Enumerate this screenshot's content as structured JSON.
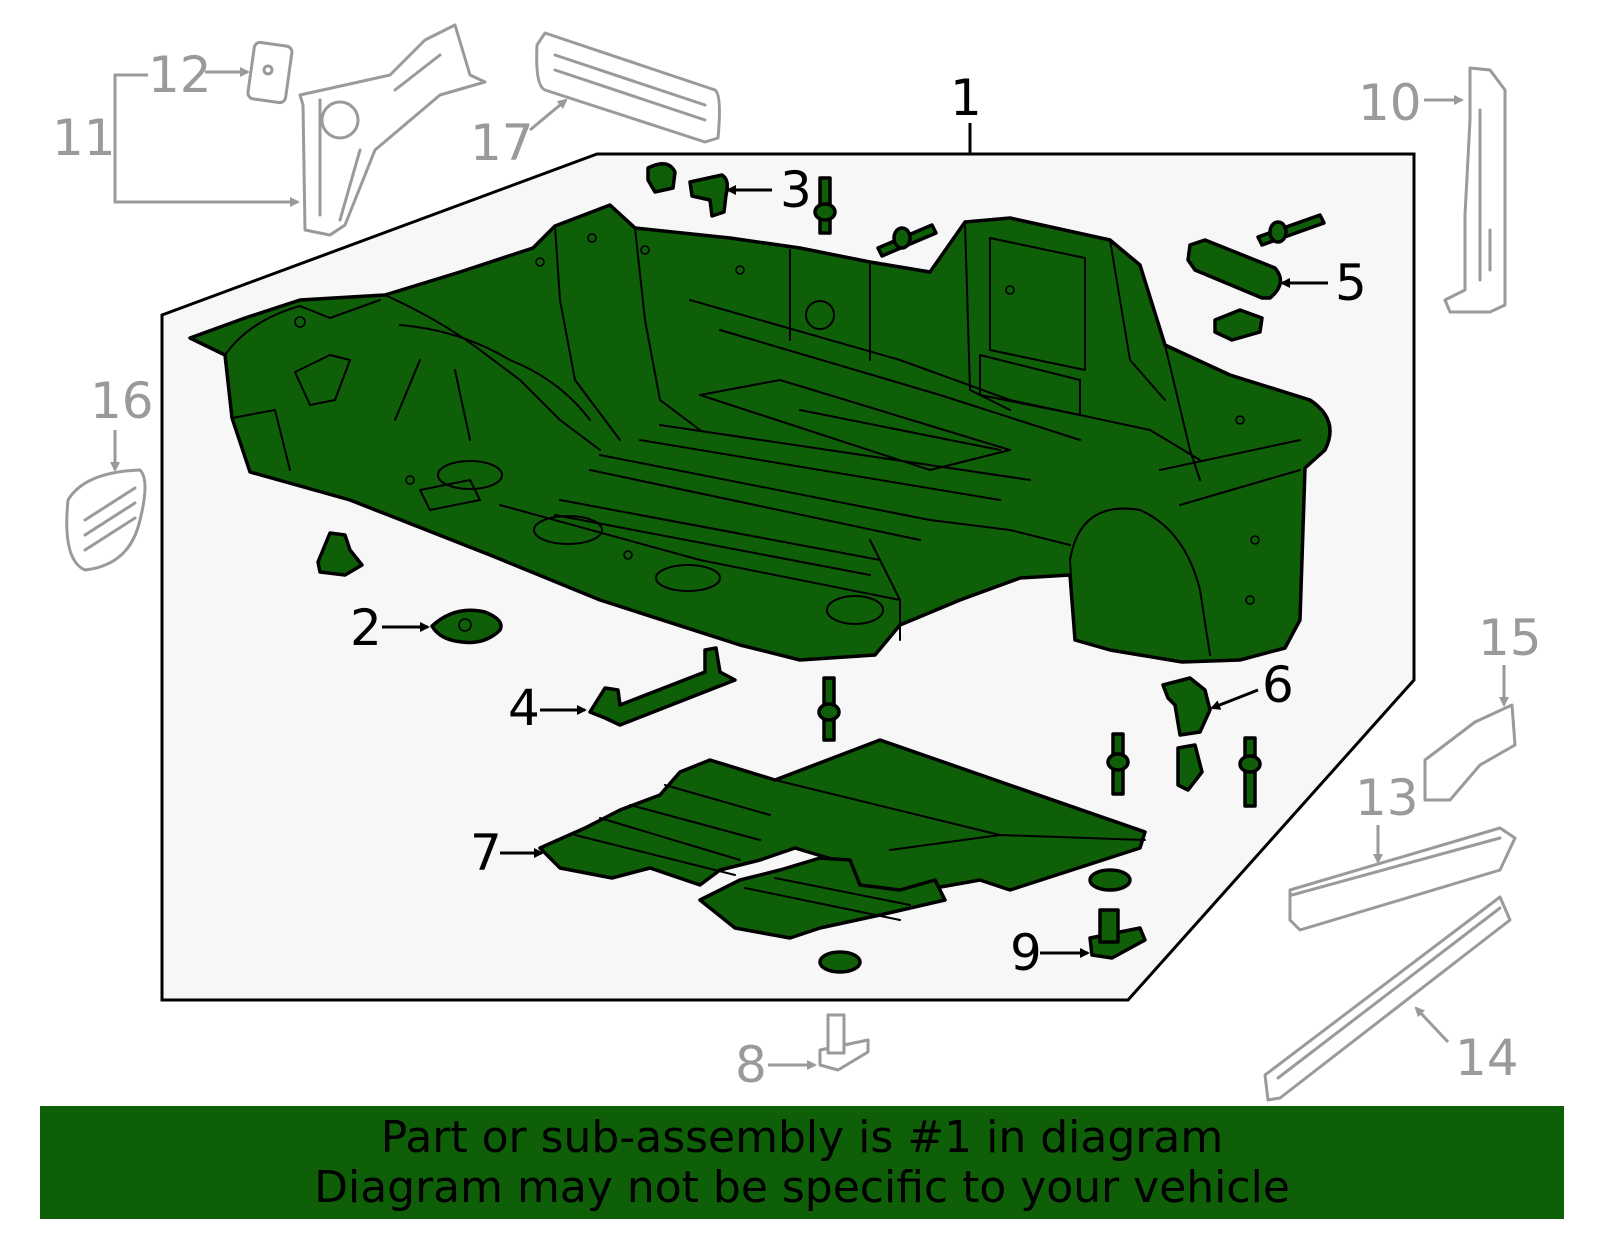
{
  "callouts": {
    "c1": "1",
    "c2": "2",
    "c3": "3",
    "c4": "4",
    "c5": "5",
    "c6": "6",
    "c7": "7",
    "c8": "8",
    "c9": "9",
    "c10": "10",
    "c11": "11",
    "c12": "12",
    "c13": "13",
    "c14": "14",
    "c15": "15",
    "c16": "16",
    "c17": "17"
  },
  "banner": {
    "line1": "Part or sub-assembly is #1 in diagram",
    "line2": "Diagram may not be specific to your vehicle"
  },
  "colors": {
    "highlight": "#0f5f08",
    "outline": "#000000",
    "other_parts": "#9a9a9a",
    "frame_bg": "#f7f7f7"
  }
}
